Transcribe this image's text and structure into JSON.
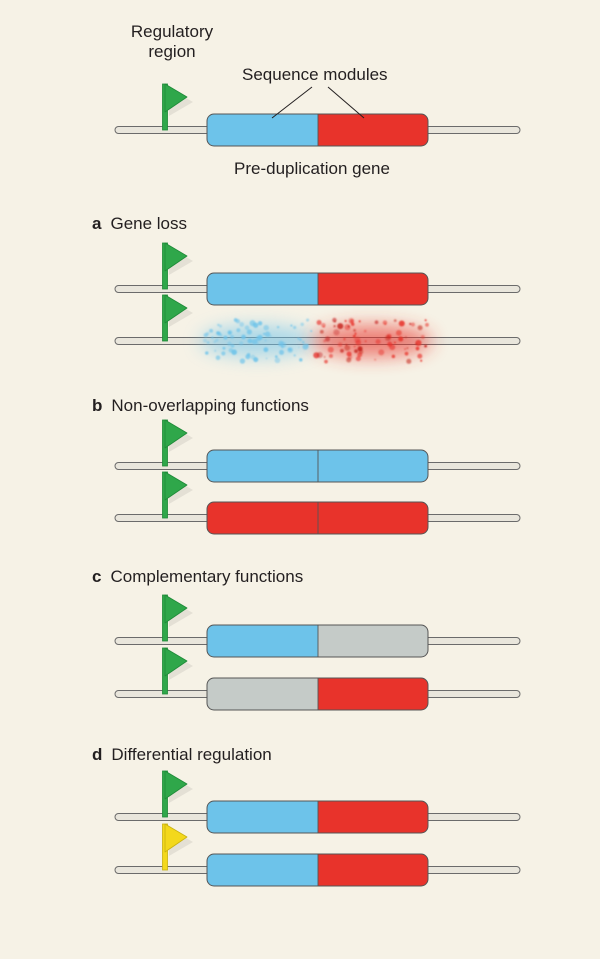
{
  "header": {
    "regulatory_label_line1": "Regulatory",
    "regulatory_label_line2": "region",
    "modules_label": "Sequence modules",
    "gene_label": "Pre-duplication gene"
  },
  "colors": {
    "background": "#f6f2e6",
    "blue": "#6dc3ea",
    "red": "#e8332b",
    "grey": "#c5cbc8",
    "green": "#2fa74a",
    "yellow": "#f3d81c",
    "line": "#e9e6dc"
  },
  "panels": [
    {
      "letter": "a",
      "title": "Gene loss",
      "rows": [
        {
          "flag": "green",
          "left": "blue",
          "right": "red",
          "state": "intact"
        },
        {
          "flag": "green",
          "left": "blue",
          "right": "red",
          "state": "degraded"
        }
      ]
    },
    {
      "letter": "b",
      "title": "Non-overlapping functions",
      "rows": [
        {
          "flag": "green",
          "left": "blue",
          "right": "blue",
          "state": "intact"
        },
        {
          "flag": "green",
          "left": "red",
          "right": "red",
          "state": "intact"
        }
      ]
    },
    {
      "letter": "c",
      "title": "Complementary functions",
      "rows": [
        {
          "flag": "green",
          "left": "blue",
          "right": "grey",
          "state": "intact"
        },
        {
          "flag": "green",
          "left": "grey",
          "right": "red",
          "state": "intact"
        }
      ]
    },
    {
      "letter": "d",
      "title": "Differential regulation",
      "rows": [
        {
          "flag": "green",
          "left": "blue",
          "right": "red",
          "state": "intact"
        },
        {
          "flag": "yellow",
          "left": "blue",
          "right": "red",
          "state": "intact"
        }
      ]
    }
  ]
}
